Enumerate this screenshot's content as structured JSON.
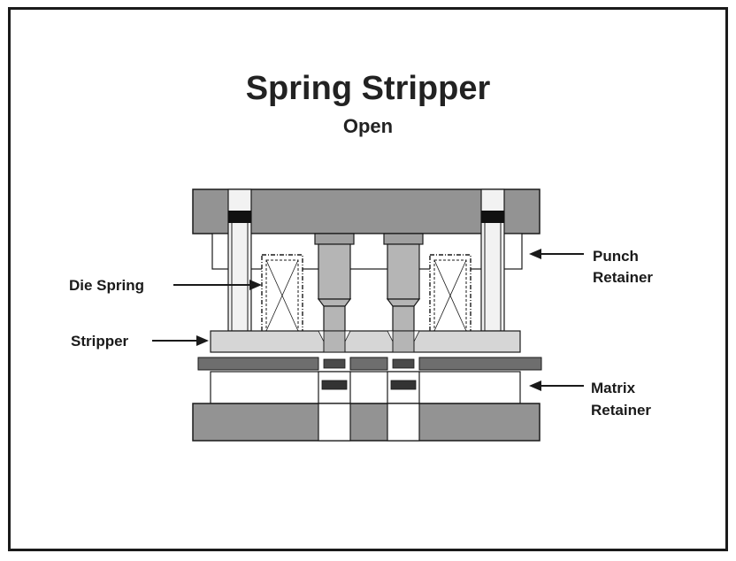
{
  "diagram": {
    "title": "Spring Stripper",
    "subtitle": "Open",
    "labels": {
      "die_spring": "Die Spring",
      "stripper": "Stripper",
      "punch_retainer_line1": "Punch",
      "punch_retainer_line2": "Retainer",
      "matrix_retainer_line1": "Matrix",
      "matrix_retainer_line2": "Retainer"
    },
    "colors": {
      "dark_gray": "#939393",
      "light_gray": "#d6d6d6",
      "mid_gray": "#b5b5b5",
      "strip": "#6e6e6e",
      "outline": "#1a1a1a"
    }
  }
}
